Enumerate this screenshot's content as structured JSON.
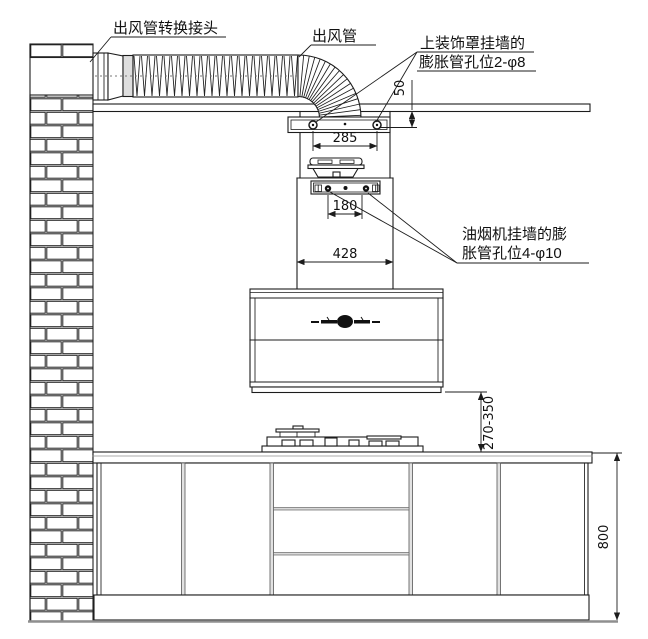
{
  "labels": {
    "duct_adapter": "出风管转换接头",
    "duct": "出风管",
    "upper_cover_holes_line1": "上装饰罩挂墙的",
    "upper_cover_holes_line2": "膨胀管孔位2-φ8",
    "hood_holes_line1": "油烟机挂墙的膨",
    "hood_holes_line2": "胀管孔位4-φ10"
  },
  "dimensions": {
    "bracket_below_ceiling": "50",
    "upper_bracket_hole_span": "285",
    "hood_bracket_hole_span": "180",
    "chimney_width": "428",
    "hood_to_counter": "270-350",
    "cabinet_height": "800"
  }
}
